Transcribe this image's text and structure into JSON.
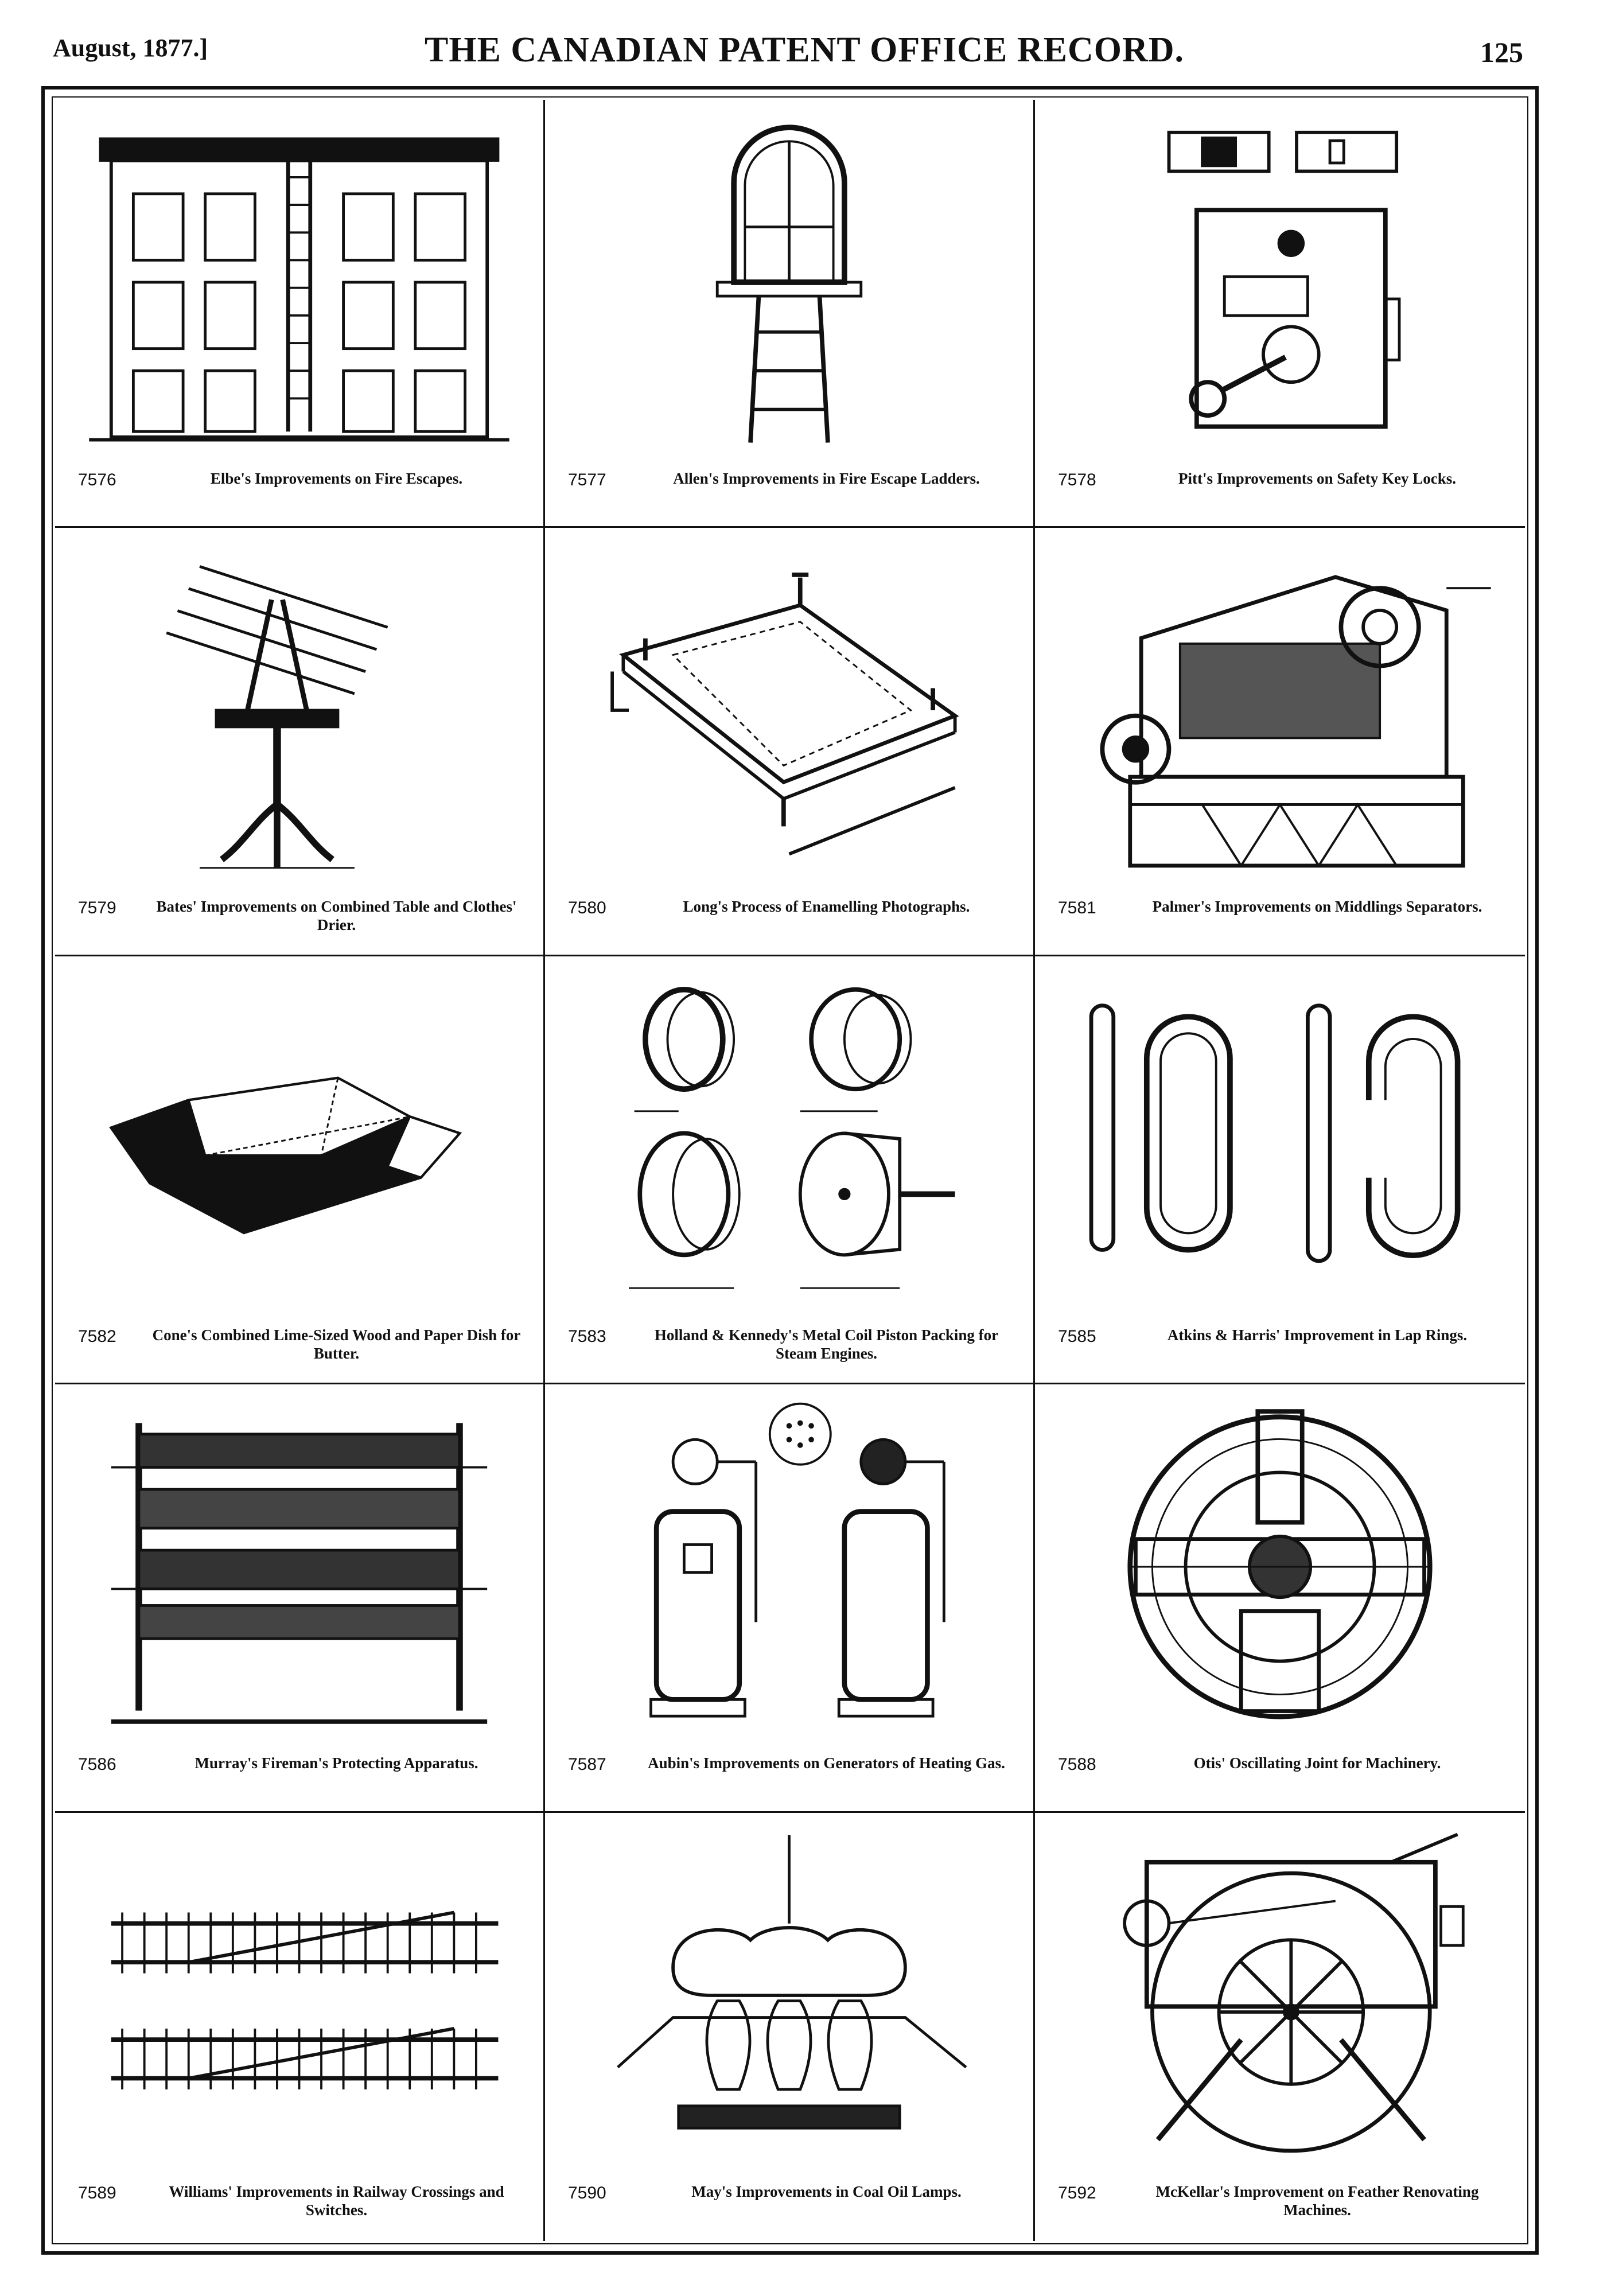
{
  "header": {
    "date": "August, 1877.]",
    "title": "THE CANADIAN PATENT OFFICE RECORD.",
    "page_number": "125"
  },
  "patents": [
    {
      "number": "7576",
      "title": "Elbe's Improvements on Fire Escapes.",
      "icon": "building-fire-escape"
    },
    {
      "number": "7577",
      "title": "Allen's Improvements in Fire Escape Ladders.",
      "icon": "window-ladder"
    },
    {
      "number": "7578",
      "title": "Pitt's Improvements on Safety Key Locks.",
      "icon": "key-lock"
    },
    {
      "number": "7579",
      "title": "Bates' Improvements on Combined Table and Clothes' Drier.",
      "icon": "clothes-drier"
    },
    {
      "number": "7580",
      "title": "Long's Process of Enamelling Photographs.",
      "icon": "enamelling-frame"
    },
    {
      "number": "7581",
      "title": "Palmer's Improvements on Middlings Separators.",
      "icon": "middlings-separator"
    },
    {
      "number": "7582",
      "title": "Cone's Combined Lime-Sized Wood and Paper Dish for Butter.",
      "icon": "butter-dish"
    },
    {
      "number": "7583",
      "title": "Holland & Kennedy's Metal Coil Piston Packing for Steam Engines.",
      "icon": "piston-rings"
    },
    {
      "number": "7585",
      "title": "Atkins & Harris' Improvement in Lap Rings.",
      "icon": "lap-rings"
    },
    {
      "number": "7586",
      "title": "Murray's Fireman's Protecting Apparatus.",
      "icon": "protecting-rack"
    },
    {
      "number": "7587",
      "title": "Aubin's Improvements on Generators of Heating Gas.",
      "icon": "gas-generator"
    },
    {
      "number": "7588",
      "title": "Otis' Oscillating Joint for Machinery.",
      "icon": "oscillating-joint"
    },
    {
      "number": "7589",
      "title": "Williams' Improvements in Railway Crossings and Switches.",
      "icon": "railway-tracks"
    },
    {
      "number": "7590",
      "title": "May's Improvements in Coal Oil Lamps.",
      "icon": "oil-lamp"
    },
    {
      "number": "7592",
      "title": "McKellar's Improvement on Feather Renovating Machines.",
      "icon": "feather-machine"
    }
  ]
}
